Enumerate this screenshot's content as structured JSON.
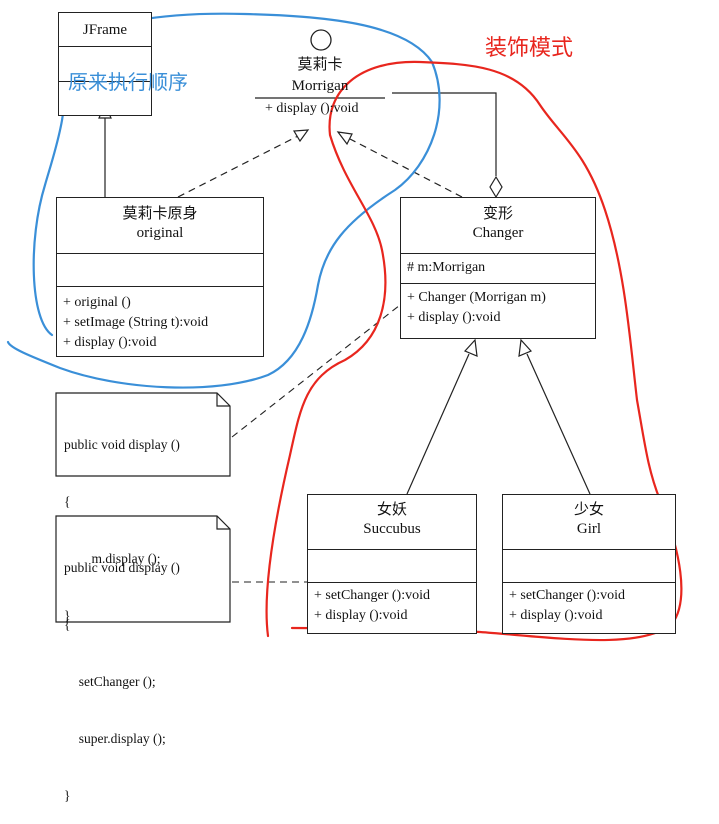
{
  "jframe": {
    "name": "JFrame"
  },
  "morrigan": {
    "name_cn": "莫莉卡",
    "name_en": "Morrigan",
    "ops": [
      "+ display ():void"
    ]
  },
  "original": {
    "name_cn": "莫莉卡原身",
    "name_en": "original",
    "ops": [
      "+ original ()",
      "+ setImage (String t):void",
      "+ display ():void"
    ]
  },
  "changer": {
    "name_cn": "变形",
    "name_en": "Changer",
    "attrs": [
      "# m:Morrigan"
    ],
    "ops": [
      "+ Changer (Morrigan m)",
      "+ display ():void"
    ]
  },
  "succubus": {
    "name_cn": "女妖",
    "name_en": "Succubus",
    "ops": [
      "+ setChanger ():void",
      "+ display ():void"
    ]
  },
  "girl": {
    "name_cn": "少女",
    "name_en": "Girl",
    "ops": [
      "+ setChanger ():void",
      "+ display ():void"
    ]
  },
  "note1": {
    "lines": [
      "public void display ()",
      "{",
      "    m.display ();",
      "}"
    ]
  },
  "note2": {
    "lines": [
      "public void display ()",
      "{",
      "  setChanger ();",
      "  super.display ();",
      "}"
    ]
  },
  "annotations": {
    "blue": "原来执行顺序",
    "red": "装饰模式"
  },
  "colors": {
    "blue_annotation": "#3a8fd8",
    "red_annotation": "#e8261e",
    "line": "#222222"
  }
}
